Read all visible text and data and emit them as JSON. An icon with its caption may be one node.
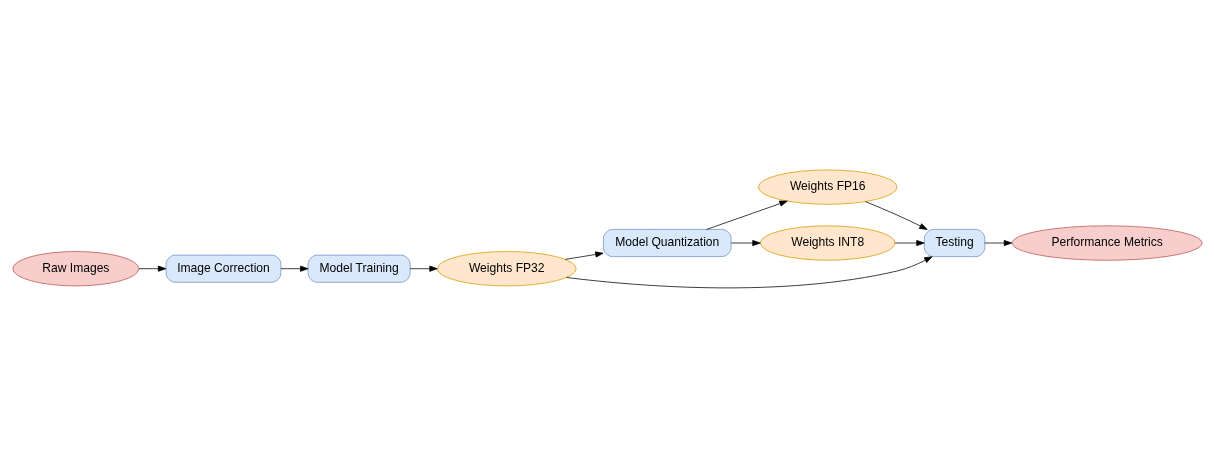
{
  "diagram": {
    "nodes": [
      {
        "text": [
          "Raw Images"
        ]
      },
      {
        "text": [
          "Image Correction"
        ]
      },
      {
        "text": [
          "Model Training"
        ]
      },
      {
        "text": [
          "Weights FP32"
        ]
      },
      {
        "text": [
          "Model Quantization"
        ]
      },
      {
        "text": [
          "Weights FP16"
        ]
      },
      {
        "text": [
          "Weights INT8"
        ]
      },
      {
        "text": [
          "Testing"
        ]
      },
      {
        "text": [
          "Performance Metrics"
        ]
      }
    ],
    "edges": [
      {
        "from": 0,
        "to": 1,
        "arrow": "to"
      },
      {
        "from": 1,
        "to": 2,
        "arrow": "to"
      },
      {
        "from": 2,
        "to": 3,
        "arrow": "to"
      },
      {
        "from": 3,
        "to": 4,
        "arrow": "to"
      },
      {
        "from": 4,
        "to": 5,
        "arrow": "to"
      },
      {
        "from": 4,
        "to": 6,
        "arrow": "to"
      },
      {
        "from": 5,
        "to": 7,
        "arrow": "to"
      },
      {
        "from": 3,
        "to": 7,
        "arrow": "to"
      },
      {
        "from": 6,
        "to": 7,
        "arrow": "to"
      },
      {
        "from": 7,
        "to": 8,
        "arrow": "to"
      }
    ]
  }
}
